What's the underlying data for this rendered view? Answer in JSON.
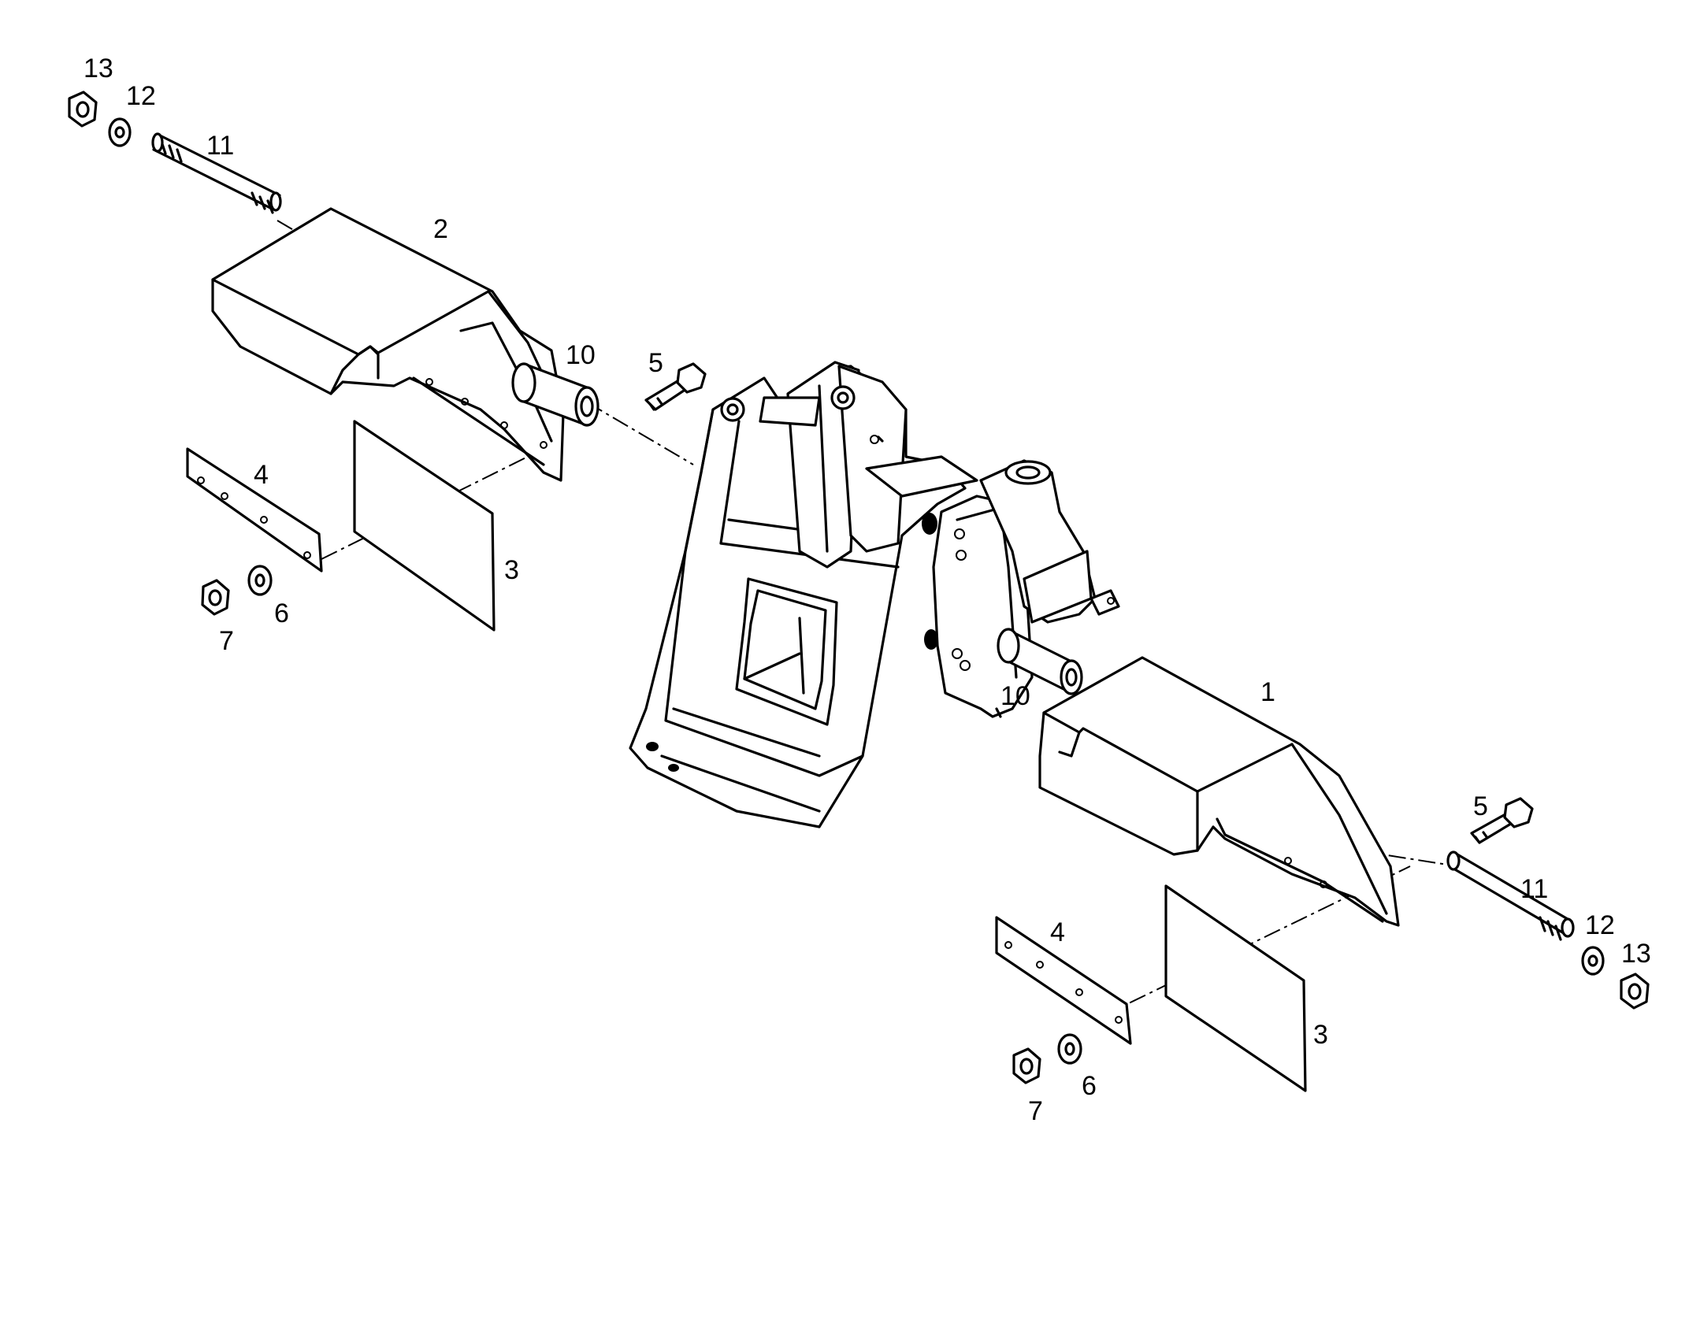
{
  "callouts": {
    "part_1": "1",
    "part_2": "2",
    "part_3_left": "3",
    "part_3_right": "3",
    "part_4_left": "4",
    "part_4_right": "4",
    "part_5_left": "5",
    "part_5_right": "5",
    "part_6_left": "6",
    "part_6_right": "6",
    "part_7_left": "7",
    "part_7_right": "7",
    "part_10_left": "10",
    "part_10_right": "10",
    "part_11_left": "11",
    "part_11_right": "11",
    "part_12_left": "12",
    "part_12_right": "12",
    "part_13_left": "13",
    "part_13_right": "13"
  }
}
